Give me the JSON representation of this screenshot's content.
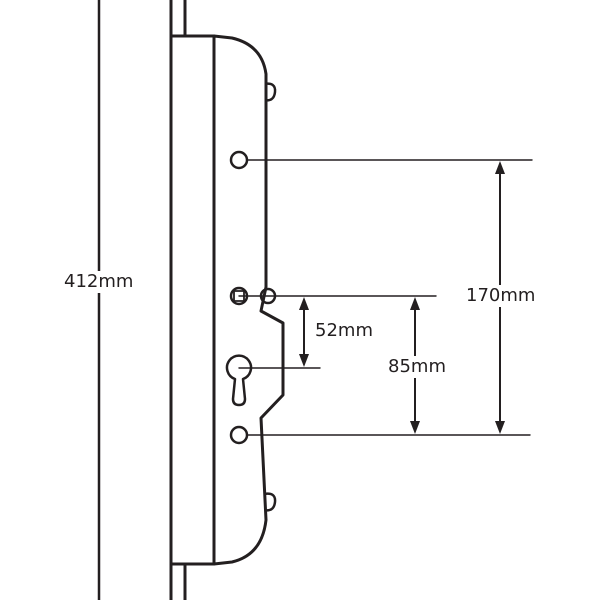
{
  "colors": {
    "stroke": "#231f20",
    "background": "#ffffff"
  },
  "dimensions": {
    "overall_length": "412mm",
    "hook_to_hook": "170mm",
    "follower_to_hook": "85mm",
    "backset_centres": "52mm"
  },
  "icons": [
    "arrow-up-icon",
    "arrow-down-icon",
    "euro-cylinder-cutout-icon",
    "square-follower-icon"
  ]
}
